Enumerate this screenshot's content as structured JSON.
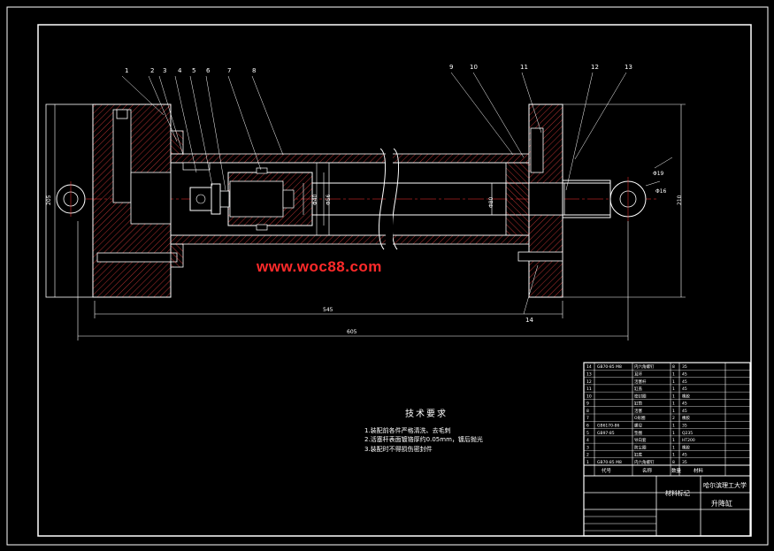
{
  "watermark": "www.woc88.com",
  "tech": {
    "title": "技术要求",
    "items": [
      "1.装配前各件严格清洗、去毛刺",
      "2.活塞杆表面镀铬厚约0.05mm，镀后抛光",
      "3.装配时不得损伤密封件"
    ]
  },
  "part_numbers": [
    "1",
    "2",
    "3",
    "4",
    "5",
    "6",
    "7",
    "8",
    "9",
    "10",
    "11",
    "12",
    "13",
    "14"
  ],
  "dimensions": {
    "overall_length": "605",
    "stroke_length": "545",
    "left_height": "205",
    "right_height": "210",
    "rod_dia": "Φ40",
    "bore_dia": "Φ56",
    "piston_dia": "Φ80",
    "pin_dia_a": "Φ19",
    "pin_dia_b": "Φ16"
  },
  "title_block": {
    "school": "哈尔滨理工大学",
    "drawing_name": "升降缸",
    "mark": "材料标记",
    "header": [
      "代号",
      "名称",
      "数量",
      "材料"
    ],
    "rows": [
      {
        "no": "14",
        "code": "GB70-85 M8",
        "name": "内六角螺钉",
        "qty": "8",
        "mat": "35"
      },
      {
        "no": "13",
        "code": "",
        "name": "耳环",
        "qty": "1",
        "mat": "45"
      },
      {
        "no": "12",
        "code": "",
        "name": "活塞杆",
        "qty": "1",
        "mat": "45"
      },
      {
        "no": "11",
        "code": "",
        "name": "缸盖",
        "qty": "1",
        "mat": "45"
      },
      {
        "no": "10",
        "code": "",
        "name": "密封圈",
        "qty": "1",
        "mat": "橡胶"
      },
      {
        "no": "9",
        "code": "",
        "name": "缸筒",
        "qty": "1",
        "mat": "45"
      },
      {
        "no": "8",
        "code": "",
        "name": "活塞",
        "qty": "1",
        "mat": "45"
      },
      {
        "no": "7",
        "code": "",
        "name": "O形圈",
        "qty": "2",
        "mat": "橡胶"
      },
      {
        "no": "6",
        "code": "GB6170-86",
        "name": "螺母",
        "qty": "1",
        "mat": "35"
      },
      {
        "no": "5",
        "code": "GB97-85",
        "name": "垫圈",
        "qty": "1",
        "mat": "Q235"
      },
      {
        "no": "4",
        "code": "",
        "name": "导向套",
        "qty": "1",
        "mat": "HT200"
      },
      {
        "no": "3",
        "code": "",
        "name": "防尘圈",
        "qty": "1",
        "mat": "橡胶"
      },
      {
        "no": "2",
        "code": "",
        "name": "缸底",
        "qty": "1",
        "mat": "45"
      },
      {
        "no": "1",
        "code": "GB70-85 M8",
        "name": "内六角螺钉",
        "qty": "8",
        "mat": "35"
      }
    ]
  },
  "colors": {
    "outline": "#ffffff",
    "hatch": "#ff4444",
    "dimension": "#ffffff",
    "centerline": "#ff3333",
    "watermark": "#ff2a2a",
    "background": "#000000"
  }
}
